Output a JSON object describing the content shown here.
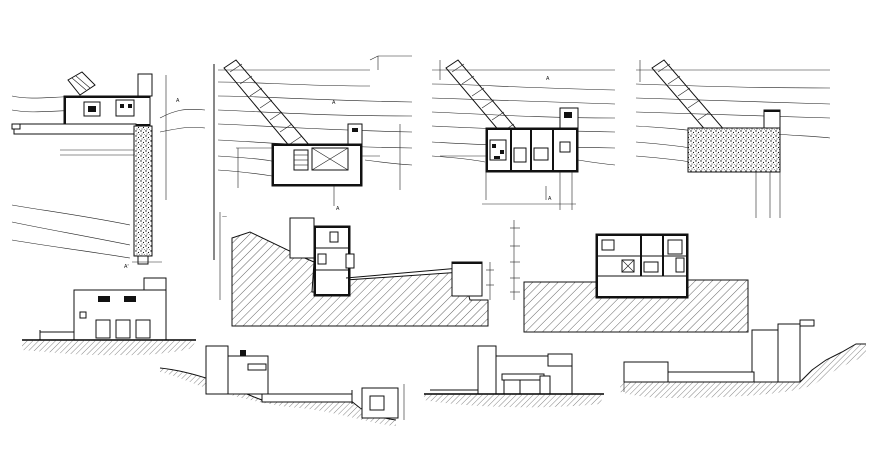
{
  "drawing": {
    "background": "#ffffff",
    "line_color": "#111111",
    "views": [
      {
        "id": "site-plan-left",
        "kind": "plan"
      },
      {
        "id": "ground-plan-a",
        "kind": "plan"
      },
      {
        "id": "ground-plan-b",
        "kind": "plan"
      },
      {
        "id": "roof-plan",
        "kind": "plan"
      },
      {
        "id": "section-a",
        "kind": "section"
      },
      {
        "id": "section-b",
        "kind": "section"
      },
      {
        "id": "elevation-left",
        "kind": "elevation"
      },
      {
        "id": "elevation-mid-left",
        "kind": "elevation"
      },
      {
        "id": "elevation-mid-right",
        "kind": "elevation"
      },
      {
        "id": "elevation-right",
        "kind": "elevation"
      }
    ]
  }
}
